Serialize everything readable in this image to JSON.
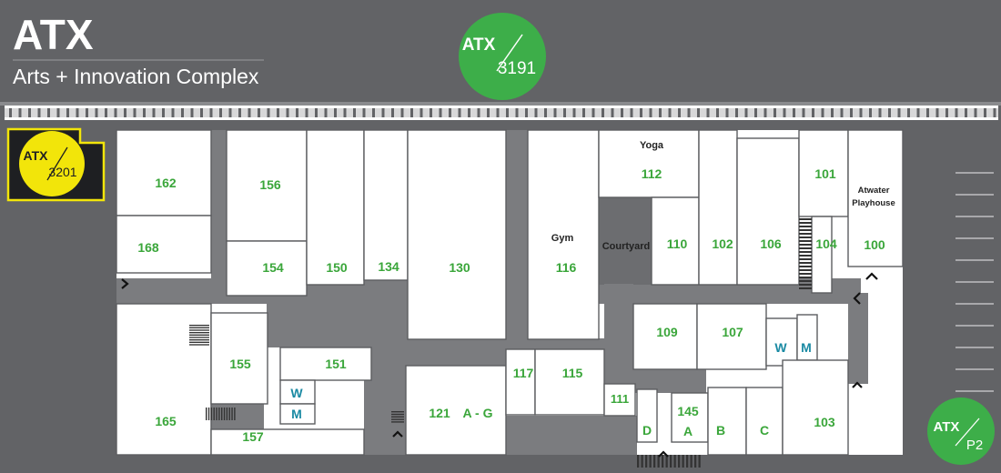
{
  "header": {
    "title": "ATX",
    "subtitle": "Arts + Innovation Complex"
  },
  "badges": {
    "b3191": {
      "prefix": "ATX",
      "num": "3191"
    },
    "b3201": {
      "prefix": "ATX",
      "num": "3201"
    },
    "p2": {
      "prefix": "ATX",
      "num": "P2"
    }
  },
  "rooms": {
    "r162": "162",
    "r168": "168",
    "r156": "156",
    "r154": "154",
    "r150": "150",
    "r134": "134",
    "r130": "130",
    "r116": "116",
    "r112": "112",
    "r110": "110",
    "r102": "102",
    "r106": "106",
    "r104": "104",
    "r101": "101",
    "r100": "100",
    "r109": "109",
    "r107": "107",
    "r155": "155",
    "r151": "151",
    "r165": "165",
    "r157": "157",
    "r117": "117",
    "r115": "115",
    "r121": "121",
    "r121ag": "A - G",
    "r111": "111",
    "r145": "145",
    "r103": "103",
    "sA": "A",
    "sB": "B",
    "sC": "C",
    "sD": "D"
  },
  "named_spaces": {
    "yoga": "Yoga",
    "gym": "Gym",
    "courtyard": "Courtyard",
    "playhouse_1": "Atwater",
    "playhouse_2": "Playhouse"
  },
  "restrooms": {
    "w1": "W",
    "m1": "M",
    "w2": "W",
    "m2": "M"
  },
  "colors": {
    "background": "#626366",
    "badge_green": "#3dae49",
    "badge_yellow": "#f2e50a",
    "room_label": "#3aa63a",
    "restroom_label": "#1a8aa3"
  }
}
